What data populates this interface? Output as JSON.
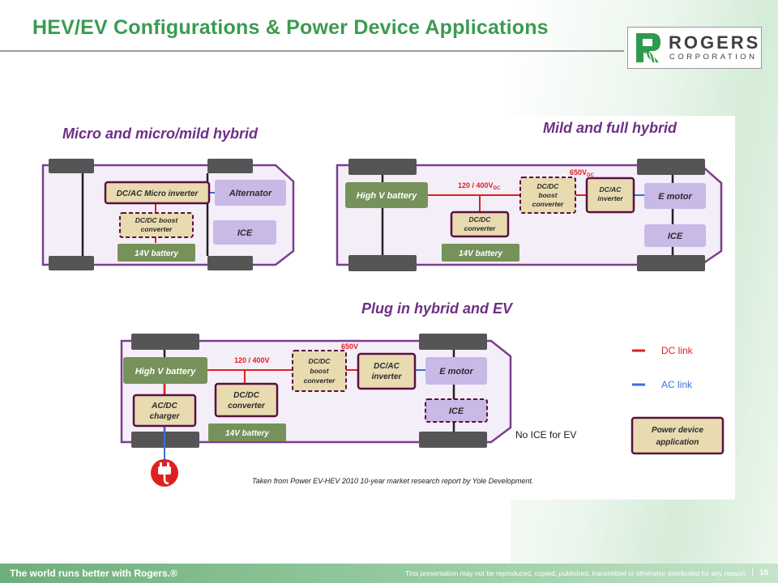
{
  "slide": {
    "title": "HEV/EV Configurations & Power Device Applications",
    "logo": {
      "name": "ROGERS",
      "sub": "CORPORATION"
    },
    "footer": {
      "tagline": "The world runs better with Rogers.®",
      "notice": "This presentation may not be reproduced, copied, published, transmitted or otherwise distributed for any reason.",
      "separator": "|",
      "page": "15"
    }
  },
  "colors": {
    "title_green": "#3a9b52",
    "dc_link": "#e02020",
    "ac_link": "#3a6fd8",
    "vehicle_frame": "#7b3f8e",
    "device_fill": "#e8dbb0",
    "device_border": "#5a1040",
    "battery_green": "#76925a",
    "motor_lavender": "#c9b9e6"
  },
  "diagram": {
    "micro": {
      "heading": "Micro and micro/mild hybrid",
      "dcac": "DC/AC Micro inverter",
      "alternator": "Alternator",
      "dcdc_l1": "DC/DC boost",
      "dcdc_l2": "converter",
      "ice": "ICE",
      "battery": "14V battery"
    },
    "mild": {
      "heading": "Mild and full hybrid",
      "hv_battery": "High V battery",
      "bus_label": "120 / 400V",
      "bus_sub": "DC",
      "v650_label": "650V",
      "v650_sub": "DC",
      "boost_l1": "DC/DC",
      "boost_l2": "boost",
      "boost_l3": "converter",
      "dcac_l1": "DC/AC",
      "dcac_l2": "inverter",
      "emotor": "E motor",
      "dcdc_l1": "DC/DC",
      "dcdc_l2": "converter",
      "ice": "ICE",
      "battery": "14V battery"
    },
    "plugin": {
      "heading": "Plug in hybrid and EV",
      "hv_battery": "High V battery",
      "bus_label": "120 / 400V",
      "v650_label": "650V",
      "boost_l1": "DC/DC",
      "boost_l2": "boost",
      "boost_l3": "converter",
      "dcac_l1": "DC/AC",
      "dcac_l2": "inverter",
      "emotor": "E motor",
      "charger_l1": "AC/DC",
      "charger_l2": "charger",
      "dcdc_l1": "DC/DC",
      "dcdc_l2": "converter",
      "ice": "ICE",
      "battery": "14V battery",
      "no_ice_note": "No ICE for EV"
    },
    "legend": {
      "dc_link": "DC link",
      "ac_link": "AC link",
      "power_l1": "Power device",
      "power_l2": "application"
    },
    "source": "Taken from Power EV-HEV 2010 10-year market research report by Yole Development."
  }
}
